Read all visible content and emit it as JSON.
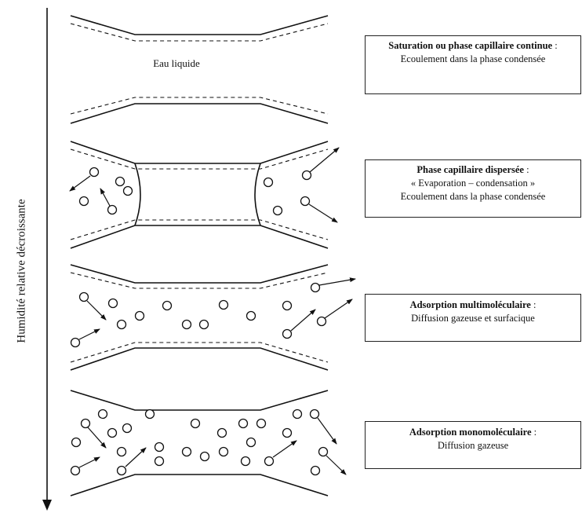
{
  "axis": {
    "label": "Humidité relative décroissante"
  },
  "liquid_label": "Eau liquide",
  "regimes": [
    {
      "title": "Saturation ou phase capillaire continue",
      "separator": " :",
      "description": "Ecoulement dans la phase condensée"
    },
    {
      "title": "Phase capillaire dispersée",
      "separator": " :",
      "description": "« Evaporation – condensation »",
      "description2": "Ecoulement dans la phase condensée"
    },
    {
      "title": "Adsorption multimoléculaire",
      "separator": " :",
      "description": "Diffusion gazeuse et surfacique"
    },
    {
      "title": "Adsorption monomoléculaire",
      "separator": " :",
      "description": "Diffusion gazeuse"
    }
  ]
}
